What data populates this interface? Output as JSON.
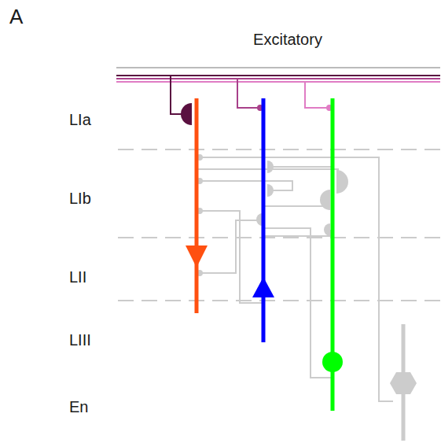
{
  "diagram": {
    "title": "Excitatory",
    "labels": [
      "A",
      "LIa",
      "LIb",
      "LII",
      "LIII",
      "En"
    ]
  }
}
